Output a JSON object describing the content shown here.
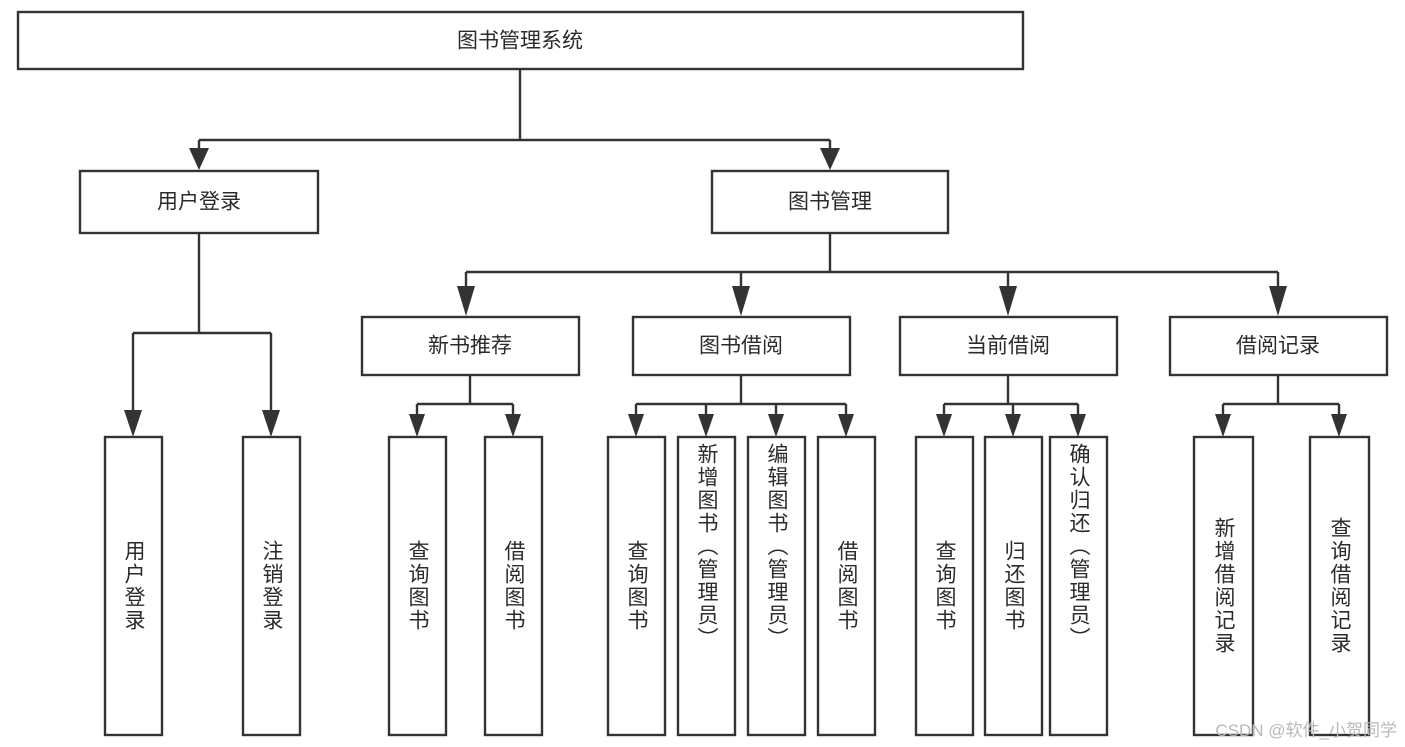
{
  "diagram": {
    "type": "tree",
    "title": "图书管理系统",
    "root": {
      "id": "root",
      "label": "图书管理系统",
      "orientation": "horizontal"
    },
    "level1": [
      {
        "id": "user-login",
        "label": "用户登录",
        "orientation": "horizontal"
      },
      {
        "id": "book-management",
        "label": "图书管理",
        "orientation": "horizontal"
      }
    ],
    "level2": [
      {
        "id": "new-book-recommend",
        "label": "新书推荐",
        "parent": "book-management",
        "orientation": "horizontal"
      },
      {
        "id": "book-borrow",
        "label": "图书借阅",
        "parent": "book-management",
        "orientation": "horizontal"
      },
      {
        "id": "current-borrow",
        "label": "当前借阅",
        "parent": "book-management",
        "orientation": "horizontal"
      },
      {
        "id": "borrow-record",
        "label": "借阅记录",
        "parent": "book-management",
        "orientation": "horizontal"
      }
    ],
    "leaves": [
      {
        "id": "leaf-user-login",
        "label": "用户登录",
        "parent": "user-login",
        "orientation": "vertical"
      },
      {
        "id": "leaf-logout-login",
        "label": "注销登录",
        "parent": "user-login",
        "orientation": "vertical"
      },
      {
        "id": "leaf-query-book-1",
        "label": "查询图书",
        "parent": "new-book-recommend",
        "orientation": "vertical"
      },
      {
        "id": "leaf-borrow-book-1",
        "label": "借阅图书",
        "parent": "new-book-recommend",
        "orientation": "vertical"
      },
      {
        "id": "leaf-query-book-2",
        "label": "查询图书",
        "parent": "book-borrow",
        "orientation": "vertical"
      },
      {
        "id": "leaf-add-book",
        "label": "新增图书（管理员）",
        "parent": "book-borrow",
        "orientation": "vertical"
      },
      {
        "id": "leaf-edit-book",
        "label": "编辑图书（管理员）",
        "parent": "book-borrow",
        "orientation": "vertical"
      },
      {
        "id": "leaf-borrow-book-2",
        "label": "借阅图书",
        "parent": "book-borrow",
        "orientation": "vertical"
      },
      {
        "id": "leaf-query-book-3",
        "label": "查询图书",
        "parent": "current-borrow",
        "orientation": "vertical"
      },
      {
        "id": "leaf-return-book",
        "label": "归还图书",
        "parent": "current-borrow",
        "orientation": "vertical"
      },
      {
        "id": "leaf-confirm-return",
        "label": "确认归还（管理员）",
        "parent": "current-borrow",
        "orientation": "vertical"
      },
      {
        "id": "leaf-add-record",
        "label": "新增借阅记录",
        "parent": "borrow-record",
        "orientation": "vertical"
      },
      {
        "id": "leaf-query-record",
        "label": "查询借阅记录",
        "parent": "borrow-record",
        "orientation": "vertical"
      }
    ],
    "colors": {
      "stroke": "#333333",
      "box_fill": "#ffffff",
      "text": "#2b2b2b",
      "background": "#ffffff",
      "watermark": "#b9b9b9"
    }
  },
  "watermark": {
    "text": "CSDN @软件_小贺同学"
  }
}
